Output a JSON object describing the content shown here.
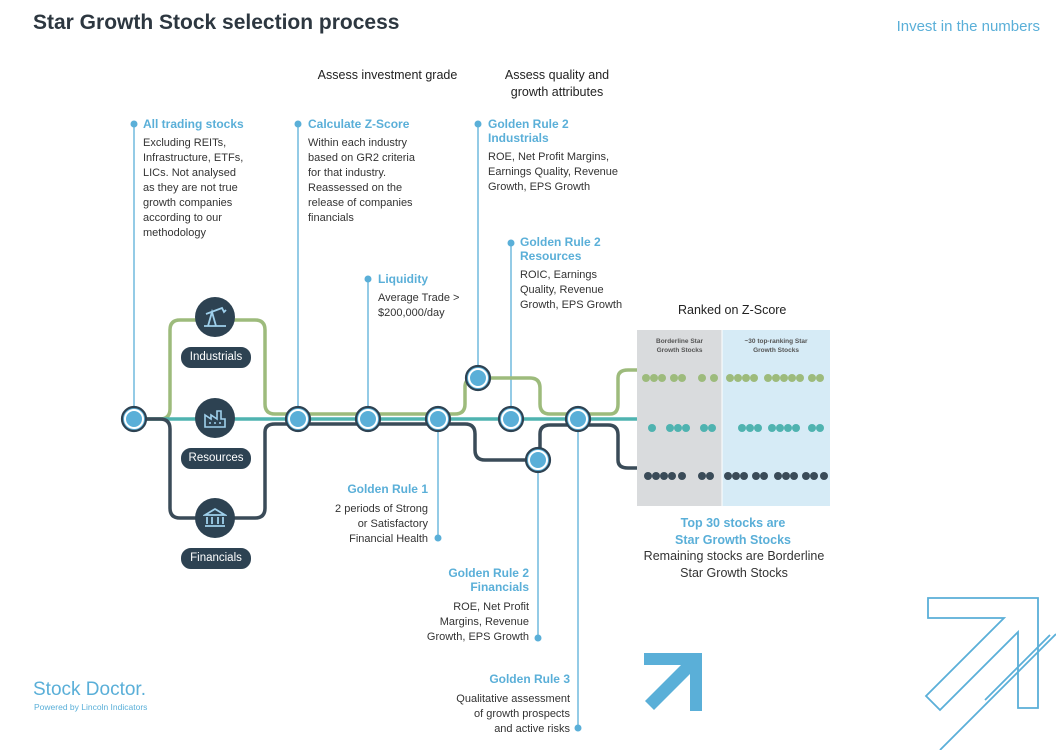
{
  "header": {
    "title": "Star Growth Stock selection process",
    "tagline": "Invest in the numbers"
  },
  "stages": {
    "investment_grade": "Assess investment grade",
    "quality_growth": "Assess quality and\ngrowth attributes"
  },
  "steps": {
    "all_trading": {
      "heading": "All trading stocks",
      "desc": "Excluding REITs,\nInfrastructure, ETFs,\nLICs. Not analysed\nas they are not true\ngrowth companies\naccording to our\nmethodology"
    },
    "zscore": {
      "heading": "Calculate Z-Score",
      "desc": "Within each industry\nbased on GR2 criteria\nfor that industry.\nReassessed on the\nrelease of companies\nfinancials"
    },
    "liquidity": {
      "heading": "Liquidity",
      "desc": "Average Trade >\n$200,000/day"
    },
    "gr2_industrials": {
      "heading": "Golden Rule 2\nIndustrials",
      "desc": "ROE, Net Profit Margins,\nEarnings Quality, Revenue\nGrowth, EPS Growth"
    },
    "gr2_resources": {
      "heading": "Golden Rule 2\nResources",
      "desc": "ROIC, Earnings\nQuality, Revenue\nGrowth, EPS Growth"
    },
    "gr1": {
      "heading": "Golden Rule 1",
      "desc": "2 periods of Strong\nor Satisfactory\nFinancial Health"
    },
    "gr2_financials": {
      "heading": "Golden Rule 2\nFinancials",
      "desc": "ROE, Net Profit\nMargins, Revenue\nGrowth, EPS Growth"
    },
    "gr3": {
      "heading": "Golden Rule 3",
      "desc": "Qualitative assessment\nof growth prospects\nand active risks"
    }
  },
  "sectors": {
    "industrials": "Industrials",
    "resources": "Resources",
    "financials": "Financials"
  },
  "ranking": {
    "title": "Ranked on Z-Score",
    "borderline_header": "Borderline Star\nGrowth Stocks",
    "top_header": "~30 top-ranking Star\nGrowth Stocks",
    "top30": "Top 30 stocks are\nStar Growth Stocks",
    "remaining": "Remaining stocks are Borderline\nStar Growth Stocks"
  },
  "footer": {
    "logo": "Stock Doctor.",
    "powered": "Powered by Lincoln Indicators"
  },
  "colors": {
    "industrials_line": "#9dbb7c",
    "resources_line": "#4fb3b0",
    "financials_line": "#3a4b58",
    "accent": "#5aafd8",
    "node_fill": "#5aafd8",
    "borderline_bg": "#d9dbdd",
    "top_bg": "#d6ebf6"
  },
  "icons": {
    "industrials": "oil-pump-icon",
    "resources": "factory-icon",
    "financials": "bank-icon",
    "brand": "arrow-up-right-icon"
  }
}
